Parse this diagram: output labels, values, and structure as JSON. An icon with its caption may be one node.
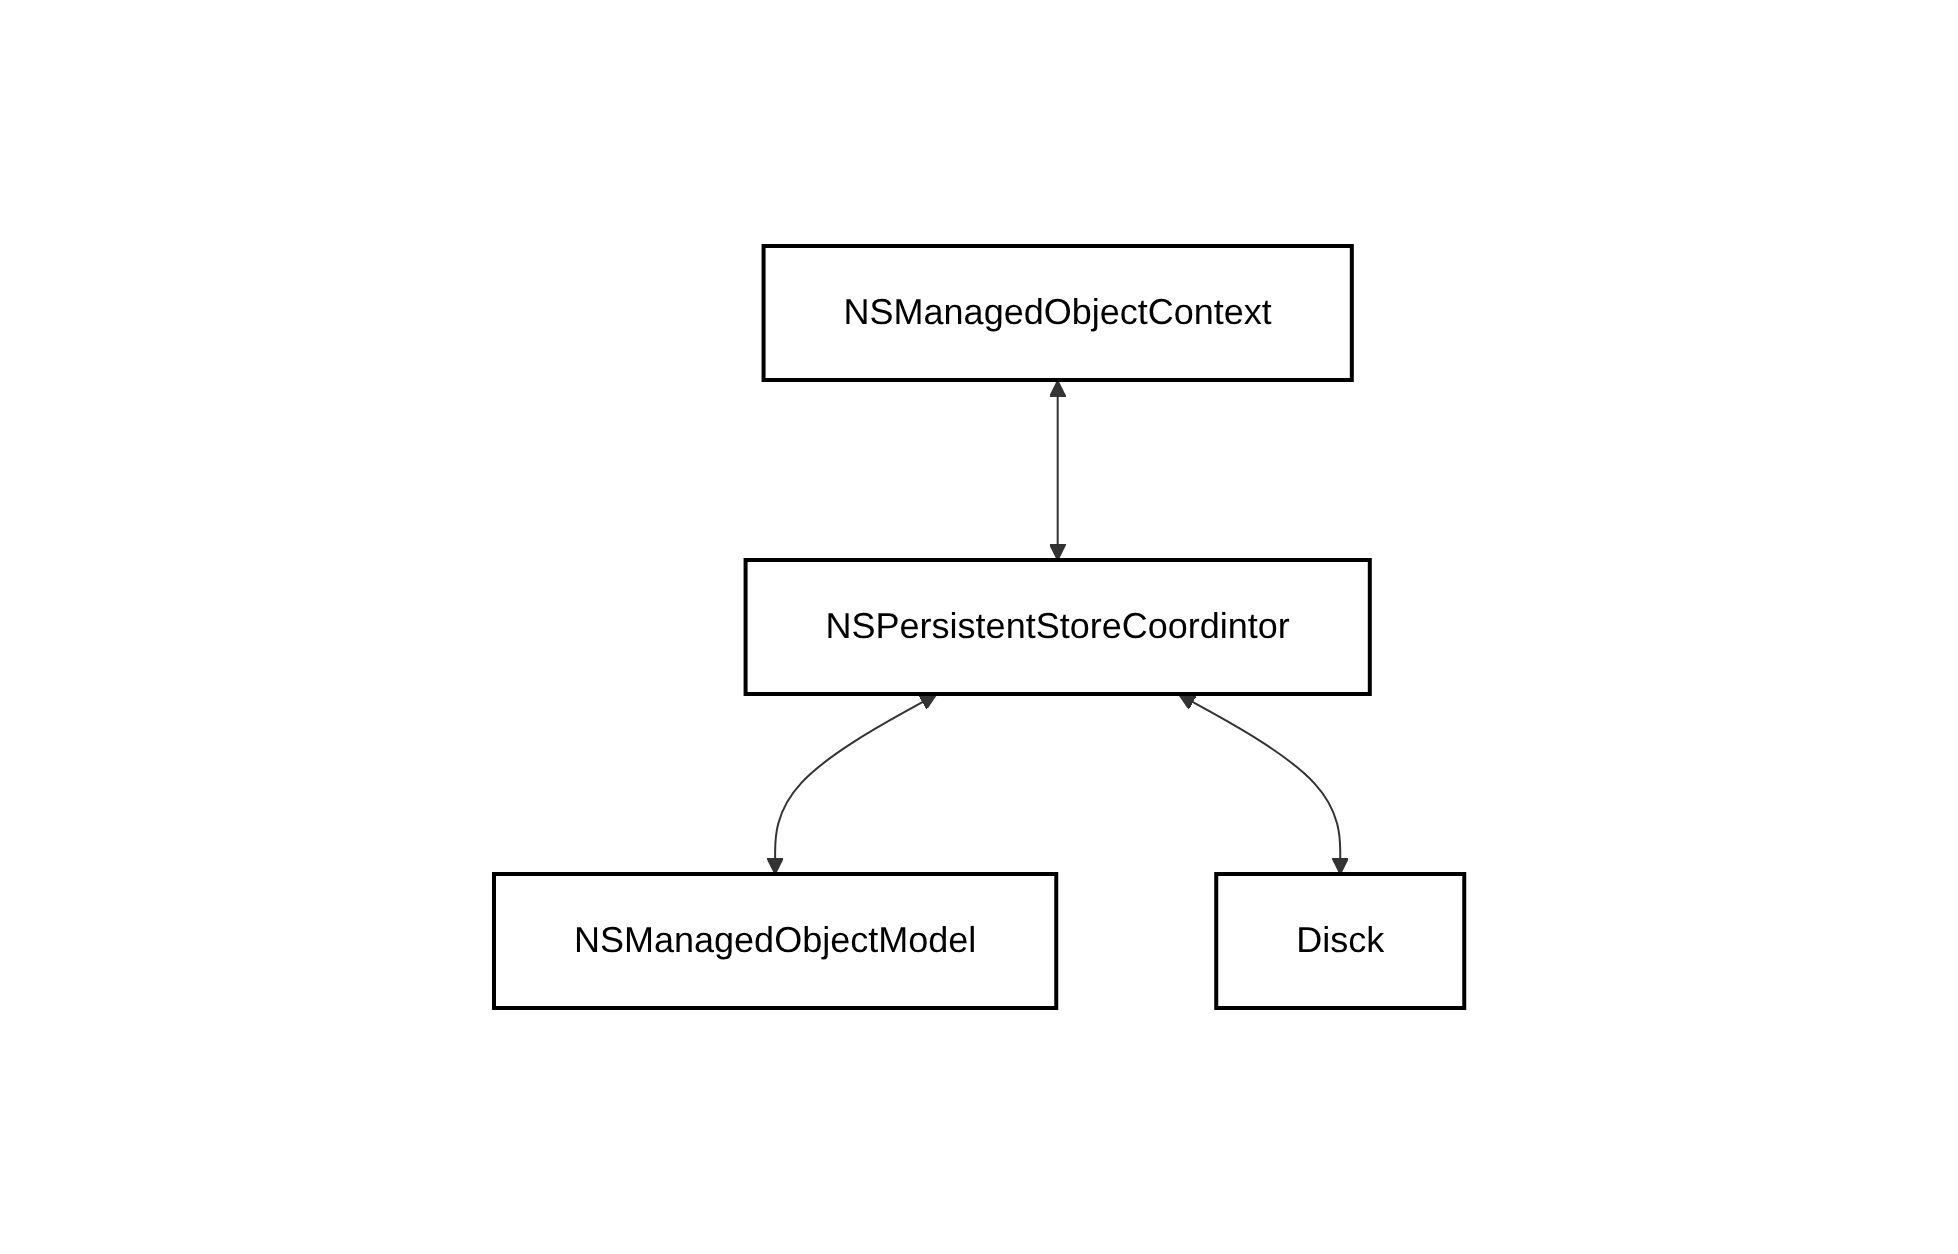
{
  "diagram": {
    "nodes": [
      {
        "text": [
          "NSManagedObjectContext"
        ]
      },
      {
        "text": [
          "NSPersistentStoreCoordintor"
        ]
      },
      {
        "text": [
          "NSManagedObjectModel"
        ]
      },
      {
        "text": [
          "Disck"
        ]
      }
    ],
    "edges": [
      {
        "from": 0,
        "to": 1,
        "arrow": "both"
      },
      {
        "from": 1,
        "to": 2,
        "arrow": "both"
      },
      {
        "from": 1,
        "to": 3,
        "arrow": "both"
      }
    ]
  }
}
